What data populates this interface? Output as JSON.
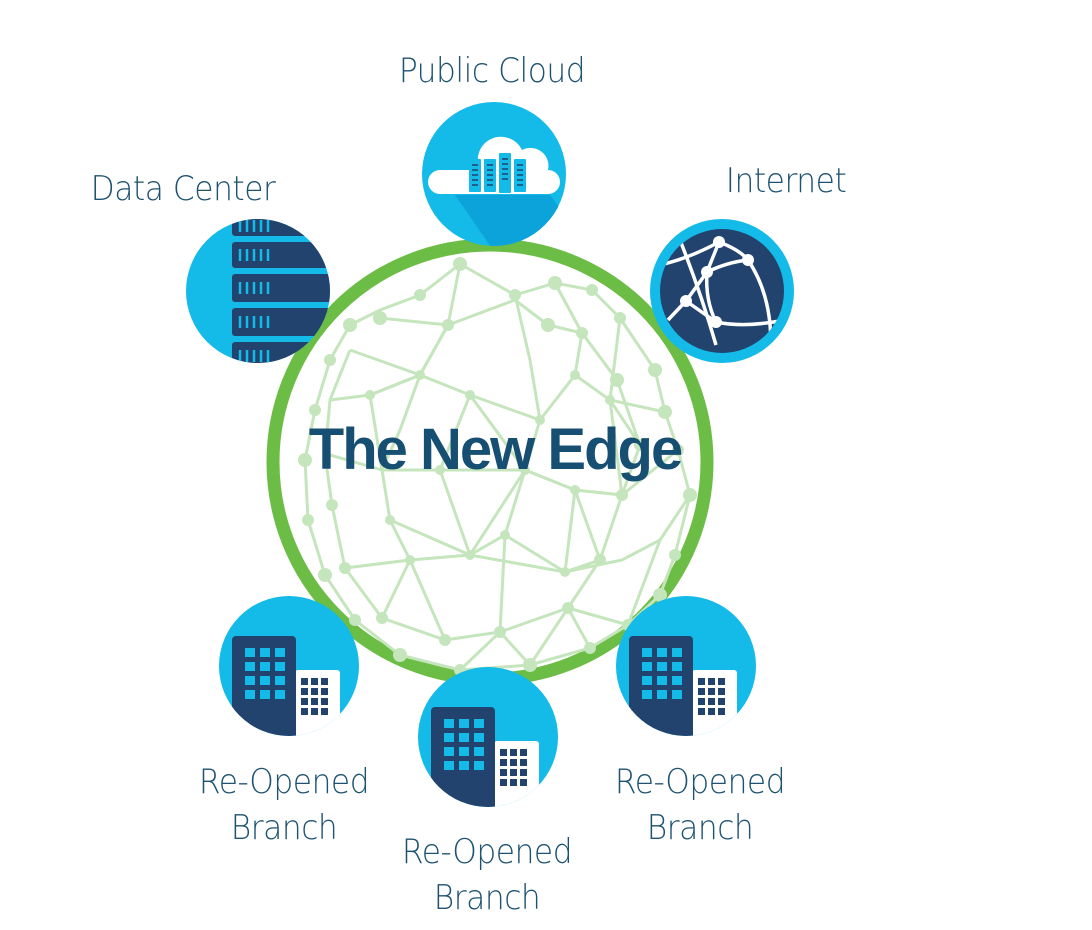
{
  "diagram": {
    "title": "The New Edge",
    "nodes": [
      {
        "id": "public-cloud",
        "label_lines": [
          "Public Cloud"
        ],
        "icon": "cloud-servers-icon"
      },
      {
        "id": "data-center",
        "label_lines": [
          "Data Center"
        ],
        "icon": "server-rack-icon"
      },
      {
        "id": "internet",
        "label_lines": [
          "Internet"
        ],
        "icon": "globe-network-icon"
      },
      {
        "id": "branch-left",
        "label_lines": [
          "Re-Opened",
          "Branch"
        ],
        "icon": "office-building-icon"
      },
      {
        "id": "branch-center",
        "label_lines": [
          "Re-Opened",
          "Branch"
        ],
        "icon": "office-building-icon"
      },
      {
        "id": "branch-right",
        "label_lines": [
          "Re-Opened",
          "Branch"
        ],
        "icon": "office-building-icon"
      }
    ],
    "colors": {
      "ring_green": "#6cbd45",
      "mesh_green": "#c5e5bd",
      "icon_cyan": "#14bae8",
      "icon_navy": "#22436e",
      "title_navy": "#174f72",
      "label_text": "#1d5270"
    }
  }
}
